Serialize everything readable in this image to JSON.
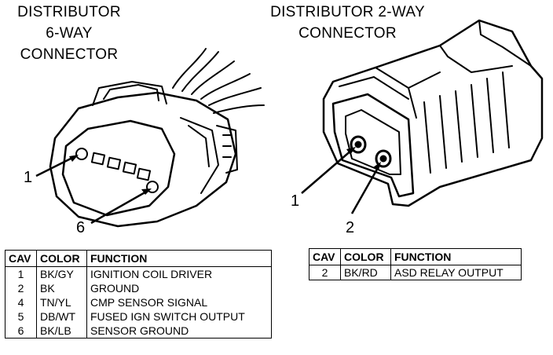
{
  "left_connector": {
    "title_lines": [
      "DISTRIBUTOR",
      "6-WAY",
      "CONNECTOR"
    ],
    "callouts": [
      "1",
      "6"
    ],
    "table": {
      "headers": [
        "CAV",
        "COLOR",
        "FUNCTION"
      ],
      "rows": [
        [
          "1",
          "BK/GY",
          "IGNITION COIL DRIVER"
        ],
        [
          "2",
          "BK",
          "GROUND"
        ],
        [
          "4",
          "TN/YL",
          "CMP SENSOR SIGNAL"
        ],
        [
          "5",
          "DB/WT",
          "FUSED IGN SWITCH OUTPUT"
        ],
        [
          "6",
          "BK/LB",
          "SENSOR GROUND"
        ]
      ]
    }
  },
  "right_connector": {
    "title_lines": [
      "DISTRIBUTOR 2-WAY",
      "CONNECTOR"
    ],
    "callouts": [
      "1",
      "2"
    ],
    "table": {
      "headers": [
        "CAV",
        "COLOR",
        "FUNCTION"
      ],
      "rows": [
        [
          "2",
          "BK/RD",
          "ASD RELAY OUTPUT"
        ]
      ]
    }
  }
}
